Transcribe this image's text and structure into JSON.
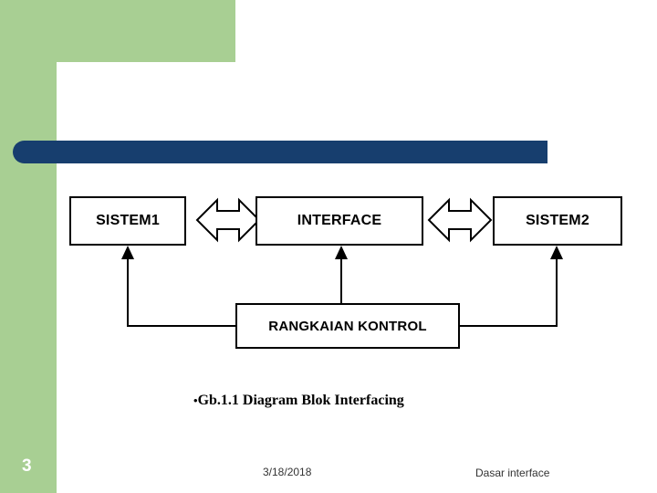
{
  "slide": {
    "page_number": "3",
    "footer_date": "3/18/2018",
    "footer_note": "Dasar interface",
    "caption": "Gb.1.1 Diagram Blok Interfacing",
    "caption_bullet": "•",
    "colors": {
      "green_band": "#a8cf93",
      "title_bar": "#173e6e",
      "box_border": "#000000",
      "background": "#ffffff"
    }
  },
  "diagram": {
    "type": "block-diagram",
    "blocks": [
      {
        "id": "sistem1",
        "label": "SISTEM1"
      },
      {
        "id": "interface",
        "label": "INTERFACE"
      },
      {
        "id": "sistem2",
        "label": "SISTEM2"
      },
      {
        "id": "rangkaian",
        "label": "RANGKAIAN KONTROL"
      }
    ],
    "connections": [
      {
        "from": "sistem1",
        "to": "interface",
        "style": "double-arrow-horizontal"
      },
      {
        "from": "interface",
        "to": "sistem2",
        "style": "double-arrow-horizontal"
      },
      {
        "from": "rangkaian",
        "to": "sistem1",
        "style": "single-arrow-up"
      },
      {
        "from": "rangkaian",
        "to": "interface",
        "style": "single-arrow-up"
      },
      {
        "from": "rangkaian",
        "to": "sistem2",
        "style": "single-arrow-up"
      }
    ]
  }
}
